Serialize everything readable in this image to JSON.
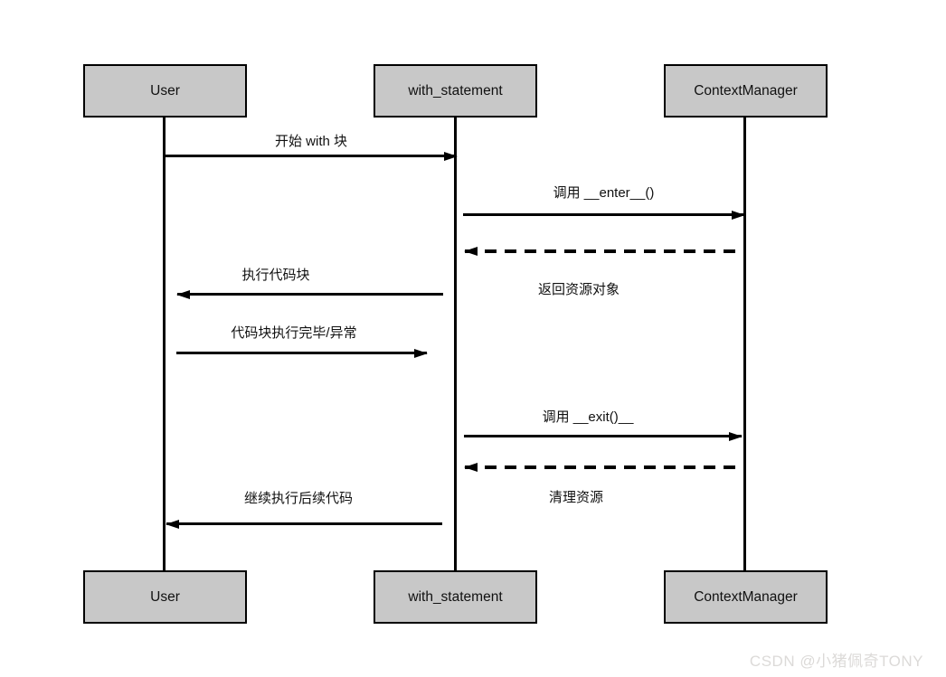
{
  "diagram": {
    "type": "sequence",
    "actors": [
      {
        "id": "user",
        "label": "User"
      },
      {
        "id": "with_statement",
        "label": "with_statement"
      },
      {
        "id": "context_manager",
        "label": "ContextManager"
      }
    ],
    "messages": [
      {
        "from": "User",
        "to": "with_statement",
        "label": "开始 with 块",
        "line": "solid"
      },
      {
        "from": "with_statement",
        "to": "ContextManager",
        "label": "调用 __enter__()",
        "line": "solid"
      },
      {
        "from": "ContextManager",
        "to": "with_statement",
        "label": "返回资源对象",
        "line": "dashed"
      },
      {
        "from": "with_statement",
        "to": "User",
        "label": "执行代码块",
        "line": "solid"
      },
      {
        "from": "User",
        "to": "with_statement",
        "label": "代码块执行完毕/异常",
        "line": "solid"
      },
      {
        "from": "with_statement",
        "to": "ContextManager",
        "label": "调用 __exit()__",
        "line": "solid"
      },
      {
        "from": "ContextManager",
        "to": "with_statement",
        "label": "清理资源",
        "line": "dashed"
      },
      {
        "from": "with_statement",
        "to": "User",
        "label": "继续执行后续代码",
        "line": "solid"
      }
    ],
    "watermark": "CSDN @小猪佩奇TONY",
    "colors": {
      "box_fill": "#c8c8c8",
      "box_border": "#000000",
      "line": "#000000",
      "text": "#111111",
      "watermark": "#dcdad8",
      "background": "#ffffff"
    }
  }
}
